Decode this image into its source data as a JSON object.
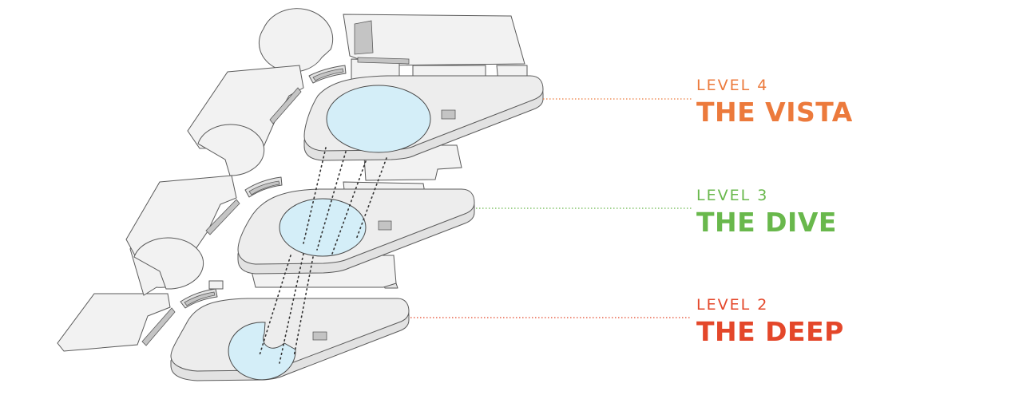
{
  "levels": [
    {
      "level_label": "LEVEL 4",
      "name": "THE VISTA",
      "color": "#ec7a3c"
    },
    {
      "level_label": "LEVEL 3",
      "name": "THE DIVE",
      "color": "#69b84c"
    },
    {
      "level_label": "LEVEL 2",
      "name": "THE DEEP",
      "color": "#e4472a"
    }
  ],
  "colors": {
    "floor": "#ededed",
    "glass": "#d4eef8",
    "outline": "#5a5a5a"
  }
}
